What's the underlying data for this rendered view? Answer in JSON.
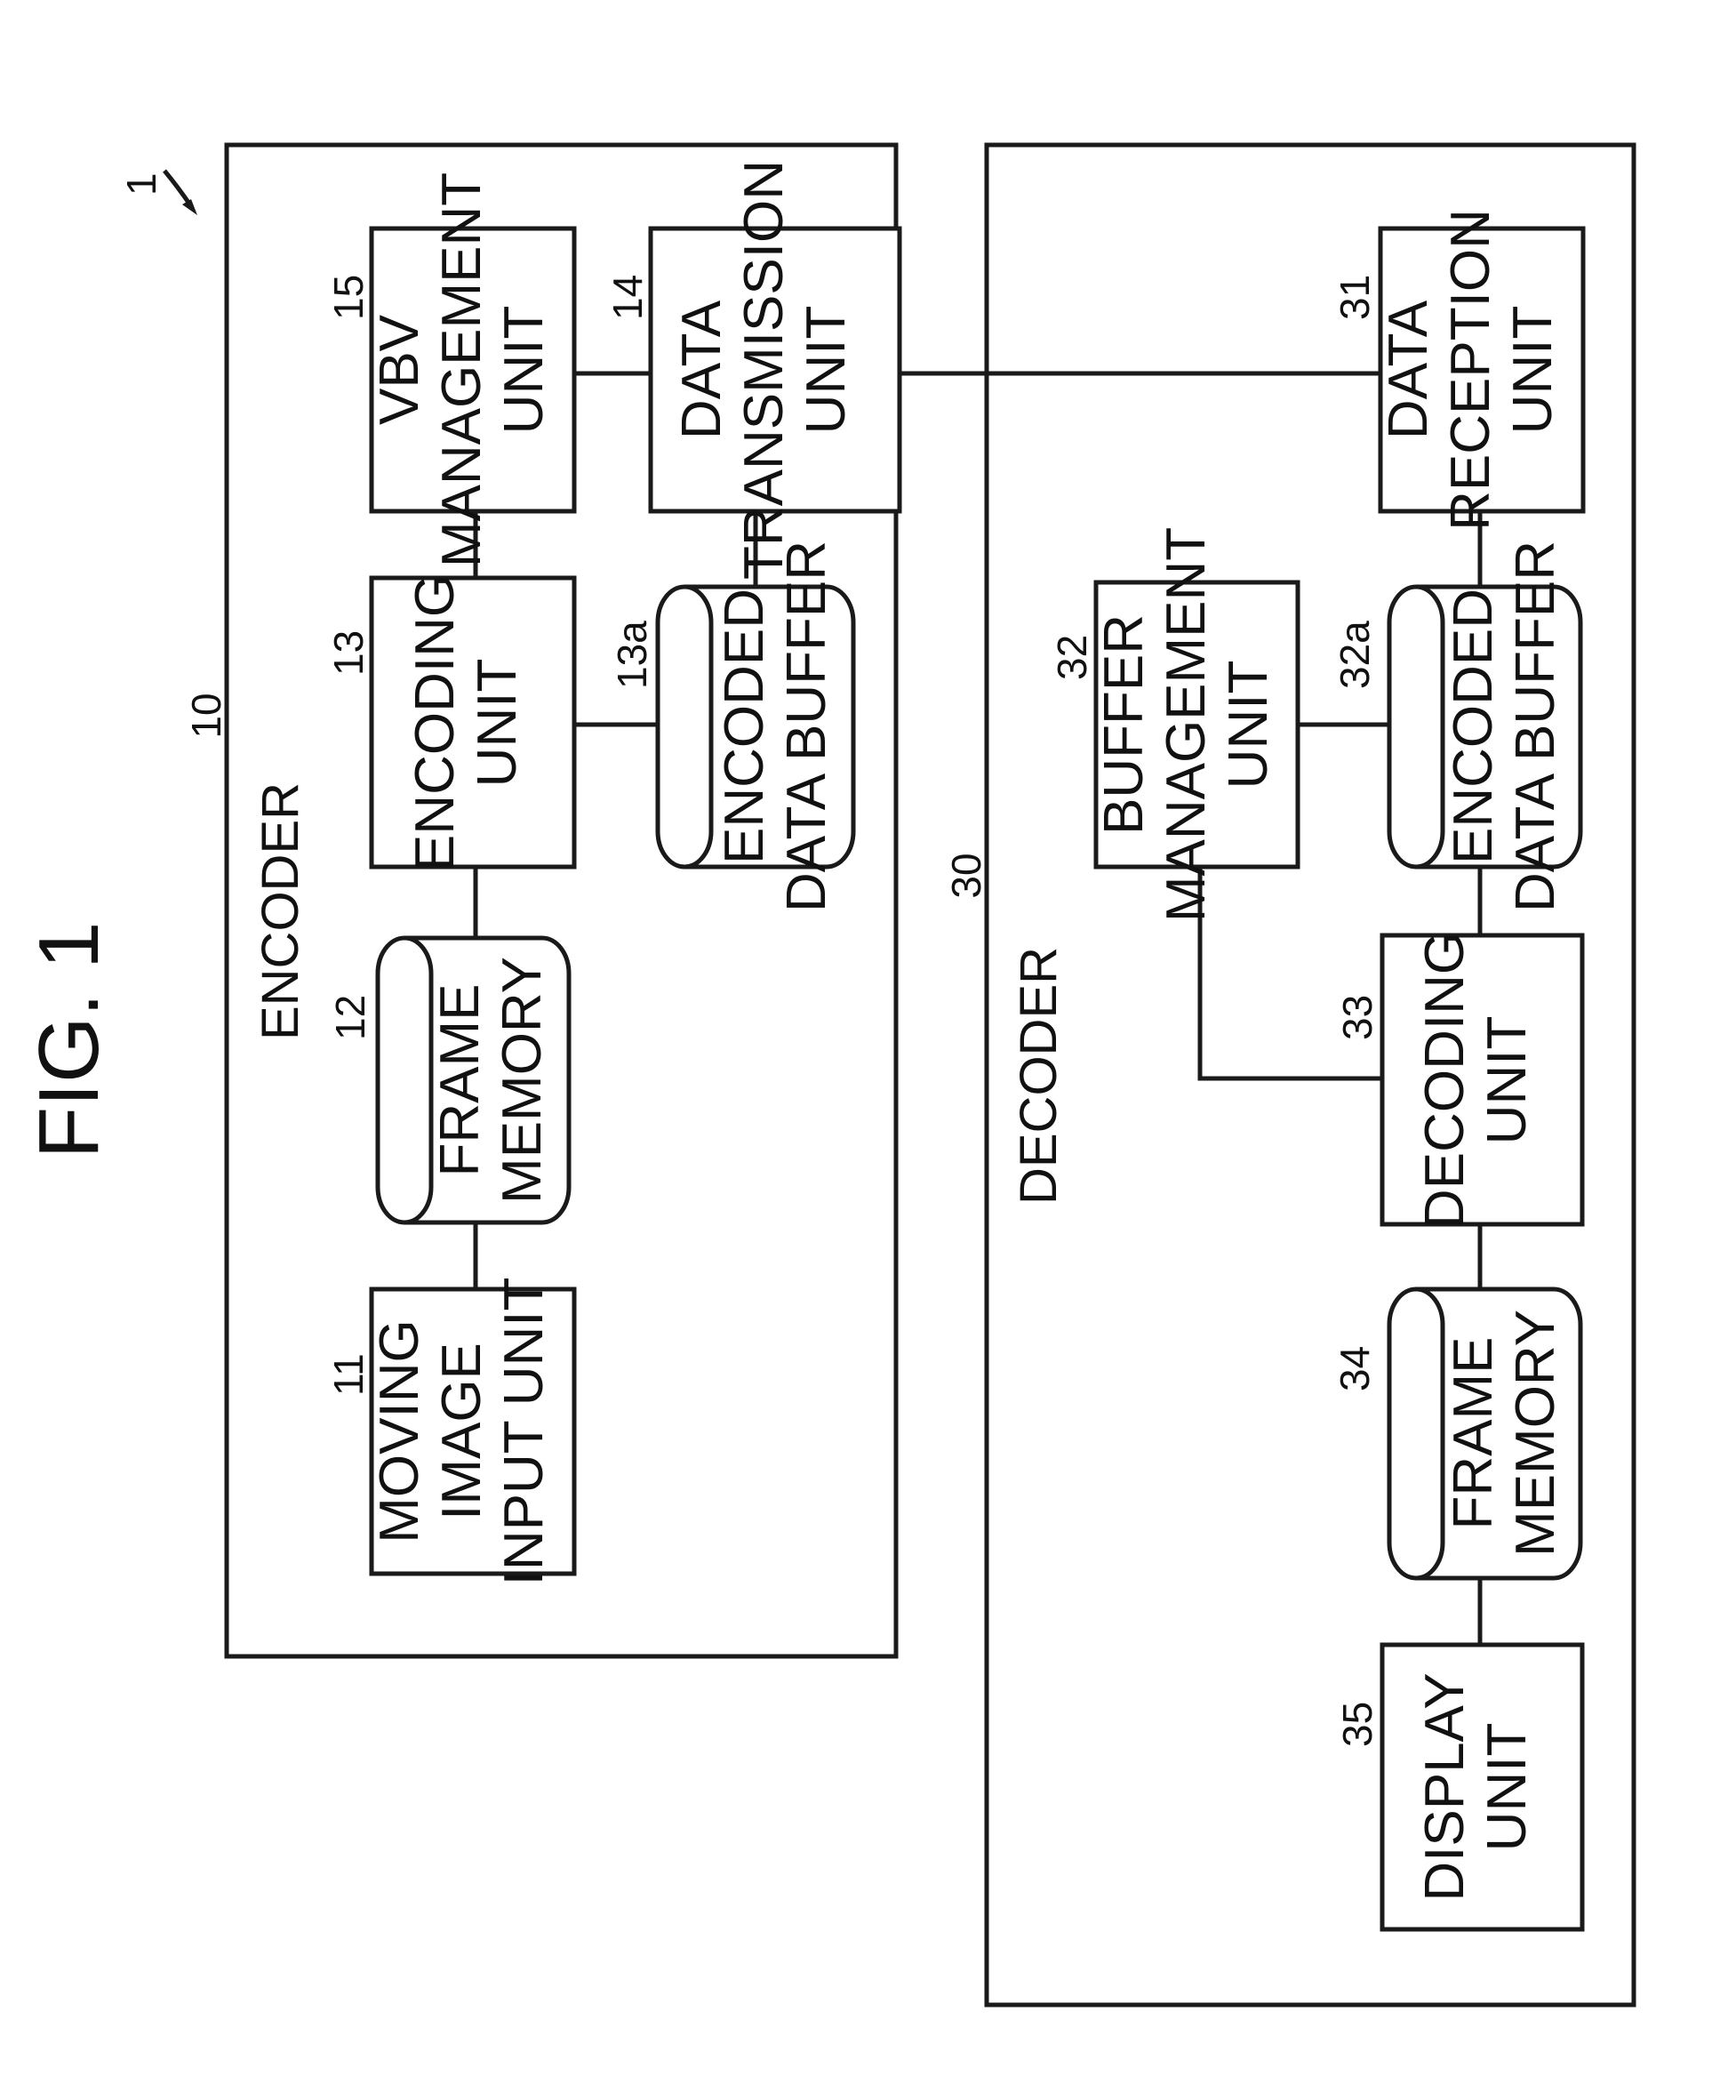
{
  "figure_label": "FIG. 1",
  "system_ref": "1",
  "encoder": {
    "ref": "10",
    "title": "ENCODER",
    "moving_image_input": {
      "ref": "11",
      "lines": [
        "MOVING",
        "IMAGE",
        "INPUT UNIT"
      ]
    },
    "frame_memory": {
      "ref": "12",
      "lines": [
        "FRAME",
        "MEMORY"
      ]
    },
    "encoding_unit": {
      "ref": "13",
      "lines": [
        "ENCODING",
        "UNIT"
      ]
    },
    "encoded_data_buffer": {
      "ref": "13a",
      "lines": [
        "ENCODED",
        "DATA BUFFER"
      ]
    },
    "data_transmission": {
      "ref": "14",
      "lines": [
        "DATA",
        "TRANSMISSION",
        "UNIT"
      ]
    },
    "vbv_management": {
      "ref": "15",
      "lines": [
        "VBV",
        "MANAGEMENT",
        "UNIT"
      ]
    }
  },
  "decoder": {
    "ref": "30",
    "title": "DECODER",
    "data_reception": {
      "ref": "31",
      "lines": [
        "DATA",
        "RECEPTION",
        "UNIT"
      ]
    },
    "buffer_management": {
      "ref": "32",
      "lines": [
        "BUFFER",
        "MANAGEMENT",
        "UNIT"
      ]
    },
    "encoded_data_buffer": {
      "ref": "32a",
      "lines": [
        "ENCODED",
        "DATA BUFFER"
      ]
    },
    "decoding_unit": {
      "ref": "33",
      "lines": [
        "DECODING",
        "UNIT"
      ]
    },
    "frame_memory": {
      "ref": "34",
      "lines": [
        "FRAME",
        "MEMORY"
      ]
    },
    "display_unit": {
      "ref": "35",
      "lines": [
        "DISPLAY",
        "UNIT"
      ]
    }
  }
}
